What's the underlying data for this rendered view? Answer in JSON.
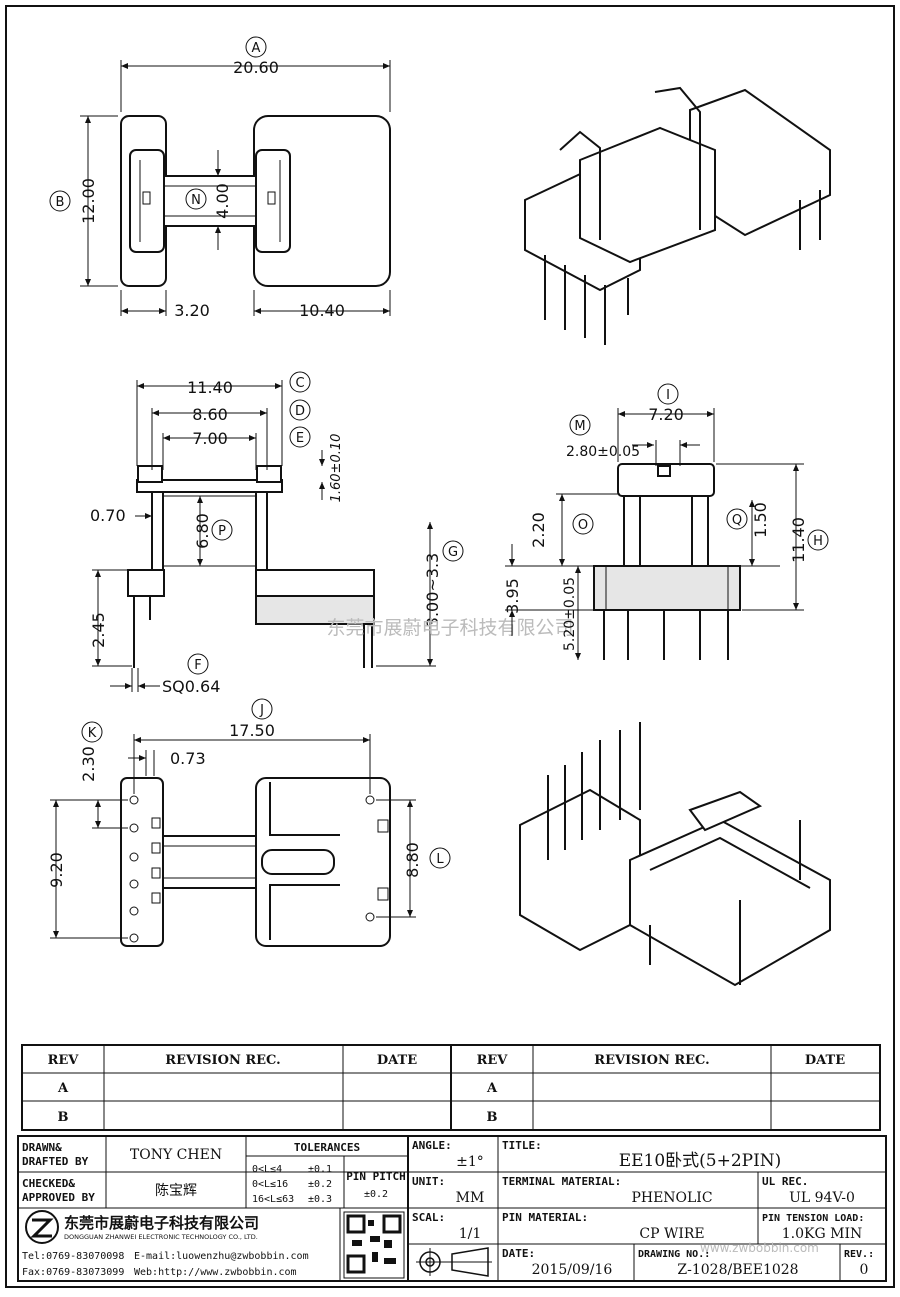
{
  "watermark": "东莞市展蔚电子科技有限公司",
  "watermark_url": "www.zwbobbin.com",
  "top_view": {
    "A": {
      "circle": "A",
      "value": "20.60"
    },
    "B": {
      "circle": "B",
      "value": "12.00"
    },
    "N": {
      "circle": "N",
      "value": "4.00"
    },
    "bottom_left": "3.20",
    "bottom_right": "10.40"
  },
  "front_view": {
    "C": {
      "circle": "C",
      "value": "11.40"
    },
    "D": {
      "circle": "D",
      "value": "8.60"
    },
    "E": {
      "circle": "E",
      "value": "7.00"
    },
    "flange_thk": "1.60±0.10",
    "wall": "0.70",
    "P": {
      "circle": "P",
      "value": "6.80"
    },
    "G": {
      "circle": "G",
      "value": "3.00~3.3"
    },
    "pin_len": "2.45",
    "F": {
      "circle": "F",
      "value": "SQ0.64"
    }
  },
  "side_view": {
    "I": {
      "circle": "I",
      "value": "7.20"
    },
    "M": {
      "circle": "M",
      "value": "2.80±0.05"
    },
    "O": {
      "circle": "O",
      "value": "2.20"
    },
    "Q": {
      "circle": "Q",
      "value": "1.50"
    },
    "H": {
      "circle": "H",
      "value": "11.40"
    },
    "d395": "3.95",
    "d520": "5.20±0.05"
  },
  "bottom_view": {
    "J": {
      "circle": "J",
      "value": "17.50"
    },
    "K": {
      "circle": "K",
      "value": "2.30"
    },
    "pin_w": "0.73",
    "pitch_left": "9.20",
    "L": {
      "circle": "L",
      "value": "8.80"
    }
  },
  "revisions": {
    "headers": [
      "REV",
      "REVISION REC.",
      "DATE",
      "REV",
      "REVISION REC.",
      "DATE"
    ],
    "rows": [
      [
        "A",
        "",
        "",
        "A",
        "",
        ""
      ],
      [
        "B",
        "",
        "",
        "B",
        "",
        ""
      ]
    ]
  },
  "title_block": {
    "drawn_label": "DRAWN&\nDRAFTED BY",
    "drawn_label_1": "DRAWN&",
    "drawn_label_2": "DRAFTED BY",
    "drawn_value": "TONY CHEN",
    "checked_label_1": "CHECKED&",
    "checked_label_2": "APPROVED BY",
    "checked_value": "陈宝辉",
    "tolerances_label": "TOLERANCES",
    "tol_rows": [
      {
        "range": "0<L≤4",
        "tol": "±0.1"
      },
      {
        "range": "0<L≤16",
        "tol": "±0.2"
      },
      {
        "range": "16<L≤63",
        "tol": "±0.3"
      }
    ],
    "pin_pitch_label": "PIN PITCH",
    "pin_pitch_value": "±0.2",
    "angle_label": "ANGLE:",
    "angle_value": "±1°",
    "unit_label": "UNIT:",
    "unit_value": "MM",
    "scale_label": "SCAL:",
    "scale_value": "1/1",
    "title_label": "TITLE:",
    "title_value": "EE10卧式(5+2PIN)",
    "terminal_material_label": "TERMINAL MATERIAL:",
    "terminal_material_value": "PHENOLIC",
    "ul_rec_label": "UL REC.",
    "ul_rec_value": "UL 94V-0",
    "pin_material_label": "PIN MATERIAL:",
    "pin_material_value": "CP WIRE",
    "pin_tension_label": "PIN TENSION LOAD:",
    "pin_tension_value": "1.0KG MIN",
    "date_label": "DATE:",
    "date_value": "2015/09/16",
    "drawing_no_label": "DRAWING NO.:",
    "drawing_no_value": "Z-1028/BEE1028",
    "rev_label": "REV.:",
    "rev_value": "0",
    "company_cn": "东莞市展蔚电子科技有限公司",
    "company_en": "DONGGUAN ZHANWEI ELECTRONIC TECHNOLOGY CO., LTD.",
    "tel": "Tel:0769-83070098",
    "email": "E-mail:luowenzhu@zwbobbin.com",
    "fax": "Fax:0769-83073099",
    "web": "Web:http://www.zwbobbin.com"
  }
}
